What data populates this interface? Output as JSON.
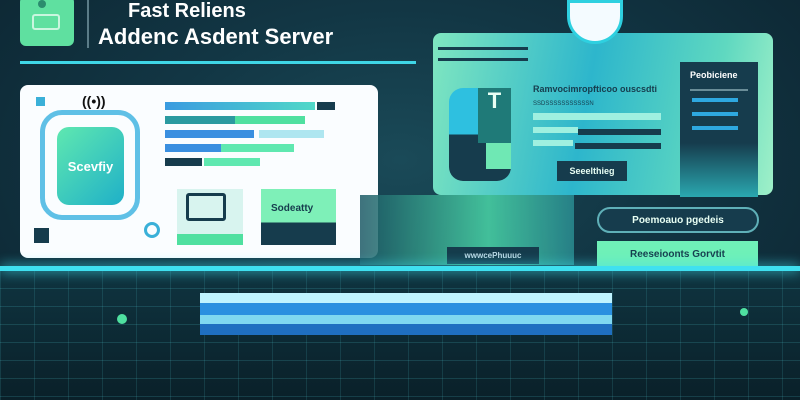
{
  "header": {
    "title_line1": "Fast Reliens",
    "title_line2": "Addenc Asdent Server"
  },
  "left_panel": {
    "app_tile_label": "Scevfiy",
    "card_label": "Sodeatty"
  },
  "right_panel": {
    "heading": "Ramvocimropfticoo ouscsdti",
    "subheading": "SSDSSSSSSSSSSSN",
    "action_button": "Seeelthieg",
    "sidebar_title": "Peobiciene"
  },
  "middle_panel": {
    "button": "wwwcePhuuuc"
  },
  "actions": {
    "outline_button": "Poemoauo pgedeis",
    "primary_button": "Reeseioonts Gorvtit"
  },
  "colors": {
    "accent": "#3fe0f0",
    "green": "#5fe0a0",
    "dark": "#163c4d"
  }
}
